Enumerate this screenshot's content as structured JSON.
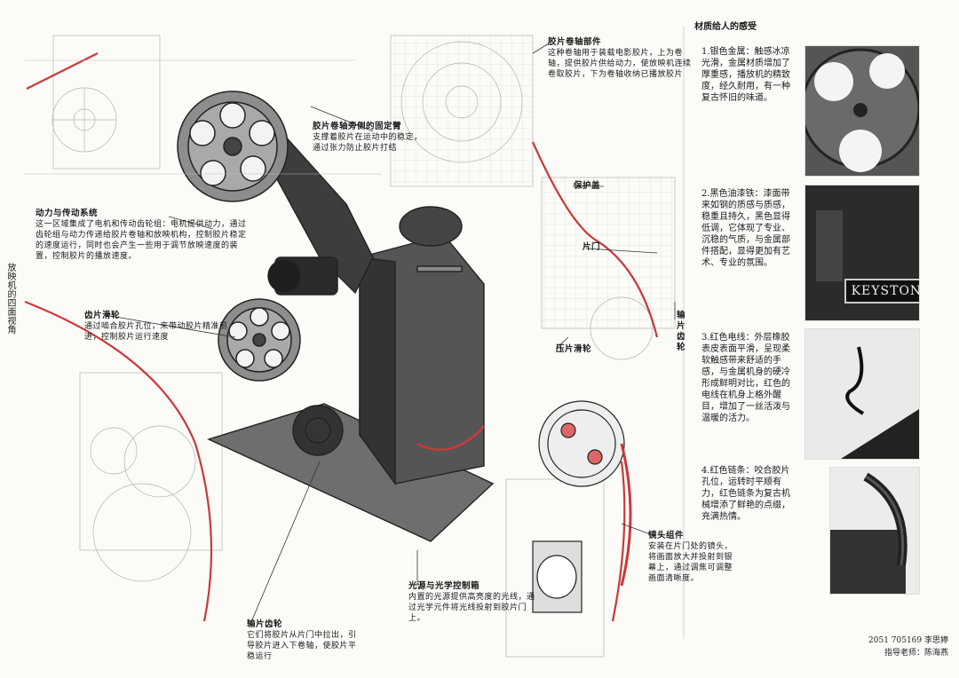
{
  "annotations": {
    "film_reel_axis": {
      "title": "胶片卷轴部件",
      "body": "这种卷轴用于装载电影胶片，上为卷轴，提供胶片供给动力，使放映机连续卷取胶片，下为卷轴收纳已播放胶片"
    },
    "reel_arm": {
      "title": "胶片卷轴旁侧的固定臂",
      "body": "支撑着胶片在运动中的稳定，通过张力防止胶片打结"
    },
    "power_transmission": {
      "title": "动力与传动系统",
      "body": "这一区域集成了电机和传动齿轮组：电机提供动力，通过齿轮组与动力传递给胶片卷轴和放映机构，控制胶片稳定的速度运行，同时也会产生一些用于调节放映速度的装置，控制胶片的播放速度。"
    },
    "gear": {
      "title": "齿片滑轮",
      "body": "通过啮合胶片孔位，来带动胶片精准前进，控制胶片运行速度"
    },
    "cover": {
      "title": "保护盖",
      "body": ""
    },
    "film_path": {
      "title": "片门",
      "body": ""
    },
    "sprocket": {
      "title": "输片齿轮",
      "body": ""
    },
    "roller": {
      "title": "压片滑轮",
      "body": ""
    },
    "light_system": {
      "title": "光源与光学控制箱",
      "body": "内置的光源提供高亮度的光线，通过光学元件将光线投射到胶片门上。"
    },
    "output_gear": {
      "title": "输片齿轮",
      "body": "它们将胶片从片门中拉出，引导胶片进入下卷轴，使胶片平稳运行"
    },
    "lens": {
      "title": "镜头组件",
      "body": "安装在片门处的镜头，将画面放大并投射到银幕上，通过调焦可调整画面清晰度。"
    }
  },
  "vertical_label": "放映机的四面视角",
  "sidebar": {
    "heading": "材质给人的感受",
    "items": [
      {
        "label": "1.银色金属：触感冰凉光滑，金属材质增加了厚重感，播放机的精致度，经久耐用，有一种复古怀旧的味道。"
      },
      {
        "label": "2.黑色油漆铁：漆面带来如钢的质感与质感，稳重且持久，黑色显得低调，它体现了专业、沉稳的气质，与金属部件搭配，显得更加有艺术、专业的氛围。"
      },
      {
        "label": "3.红色电线：外层橡胶表皮表面平滑，呈现柔软触感带来舒适的手感，与金属机身的硬冷形成鲜明对比，红色的电线在机身上格外醒目，增加了一丝活泼与温暖的活力。"
      },
      {
        "label": "4.红色链条：咬合胶片孔位，运转时平顺有力，红色链条为复古机械增添了鲜艳的点缀，充满热情。"
      }
    ]
  },
  "photos": [
    {
      "name": "reel-close-up"
    },
    {
      "name": "keystone-badge",
      "badge_text": "KEYSTONE"
    },
    {
      "name": "red-wire-close-up"
    },
    {
      "name": "red-chain-close-up"
    }
  ],
  "signature": {
    "line1": "2051 705169 李思婷",
    "line2": "指导老师：陈海燕"
  },
  "colors": {
    "accent_red": "#c93a3a",
    "ink": "#222222",
    "paper": "#fbfbf8",
    "metal": "#555555"
  }
}
